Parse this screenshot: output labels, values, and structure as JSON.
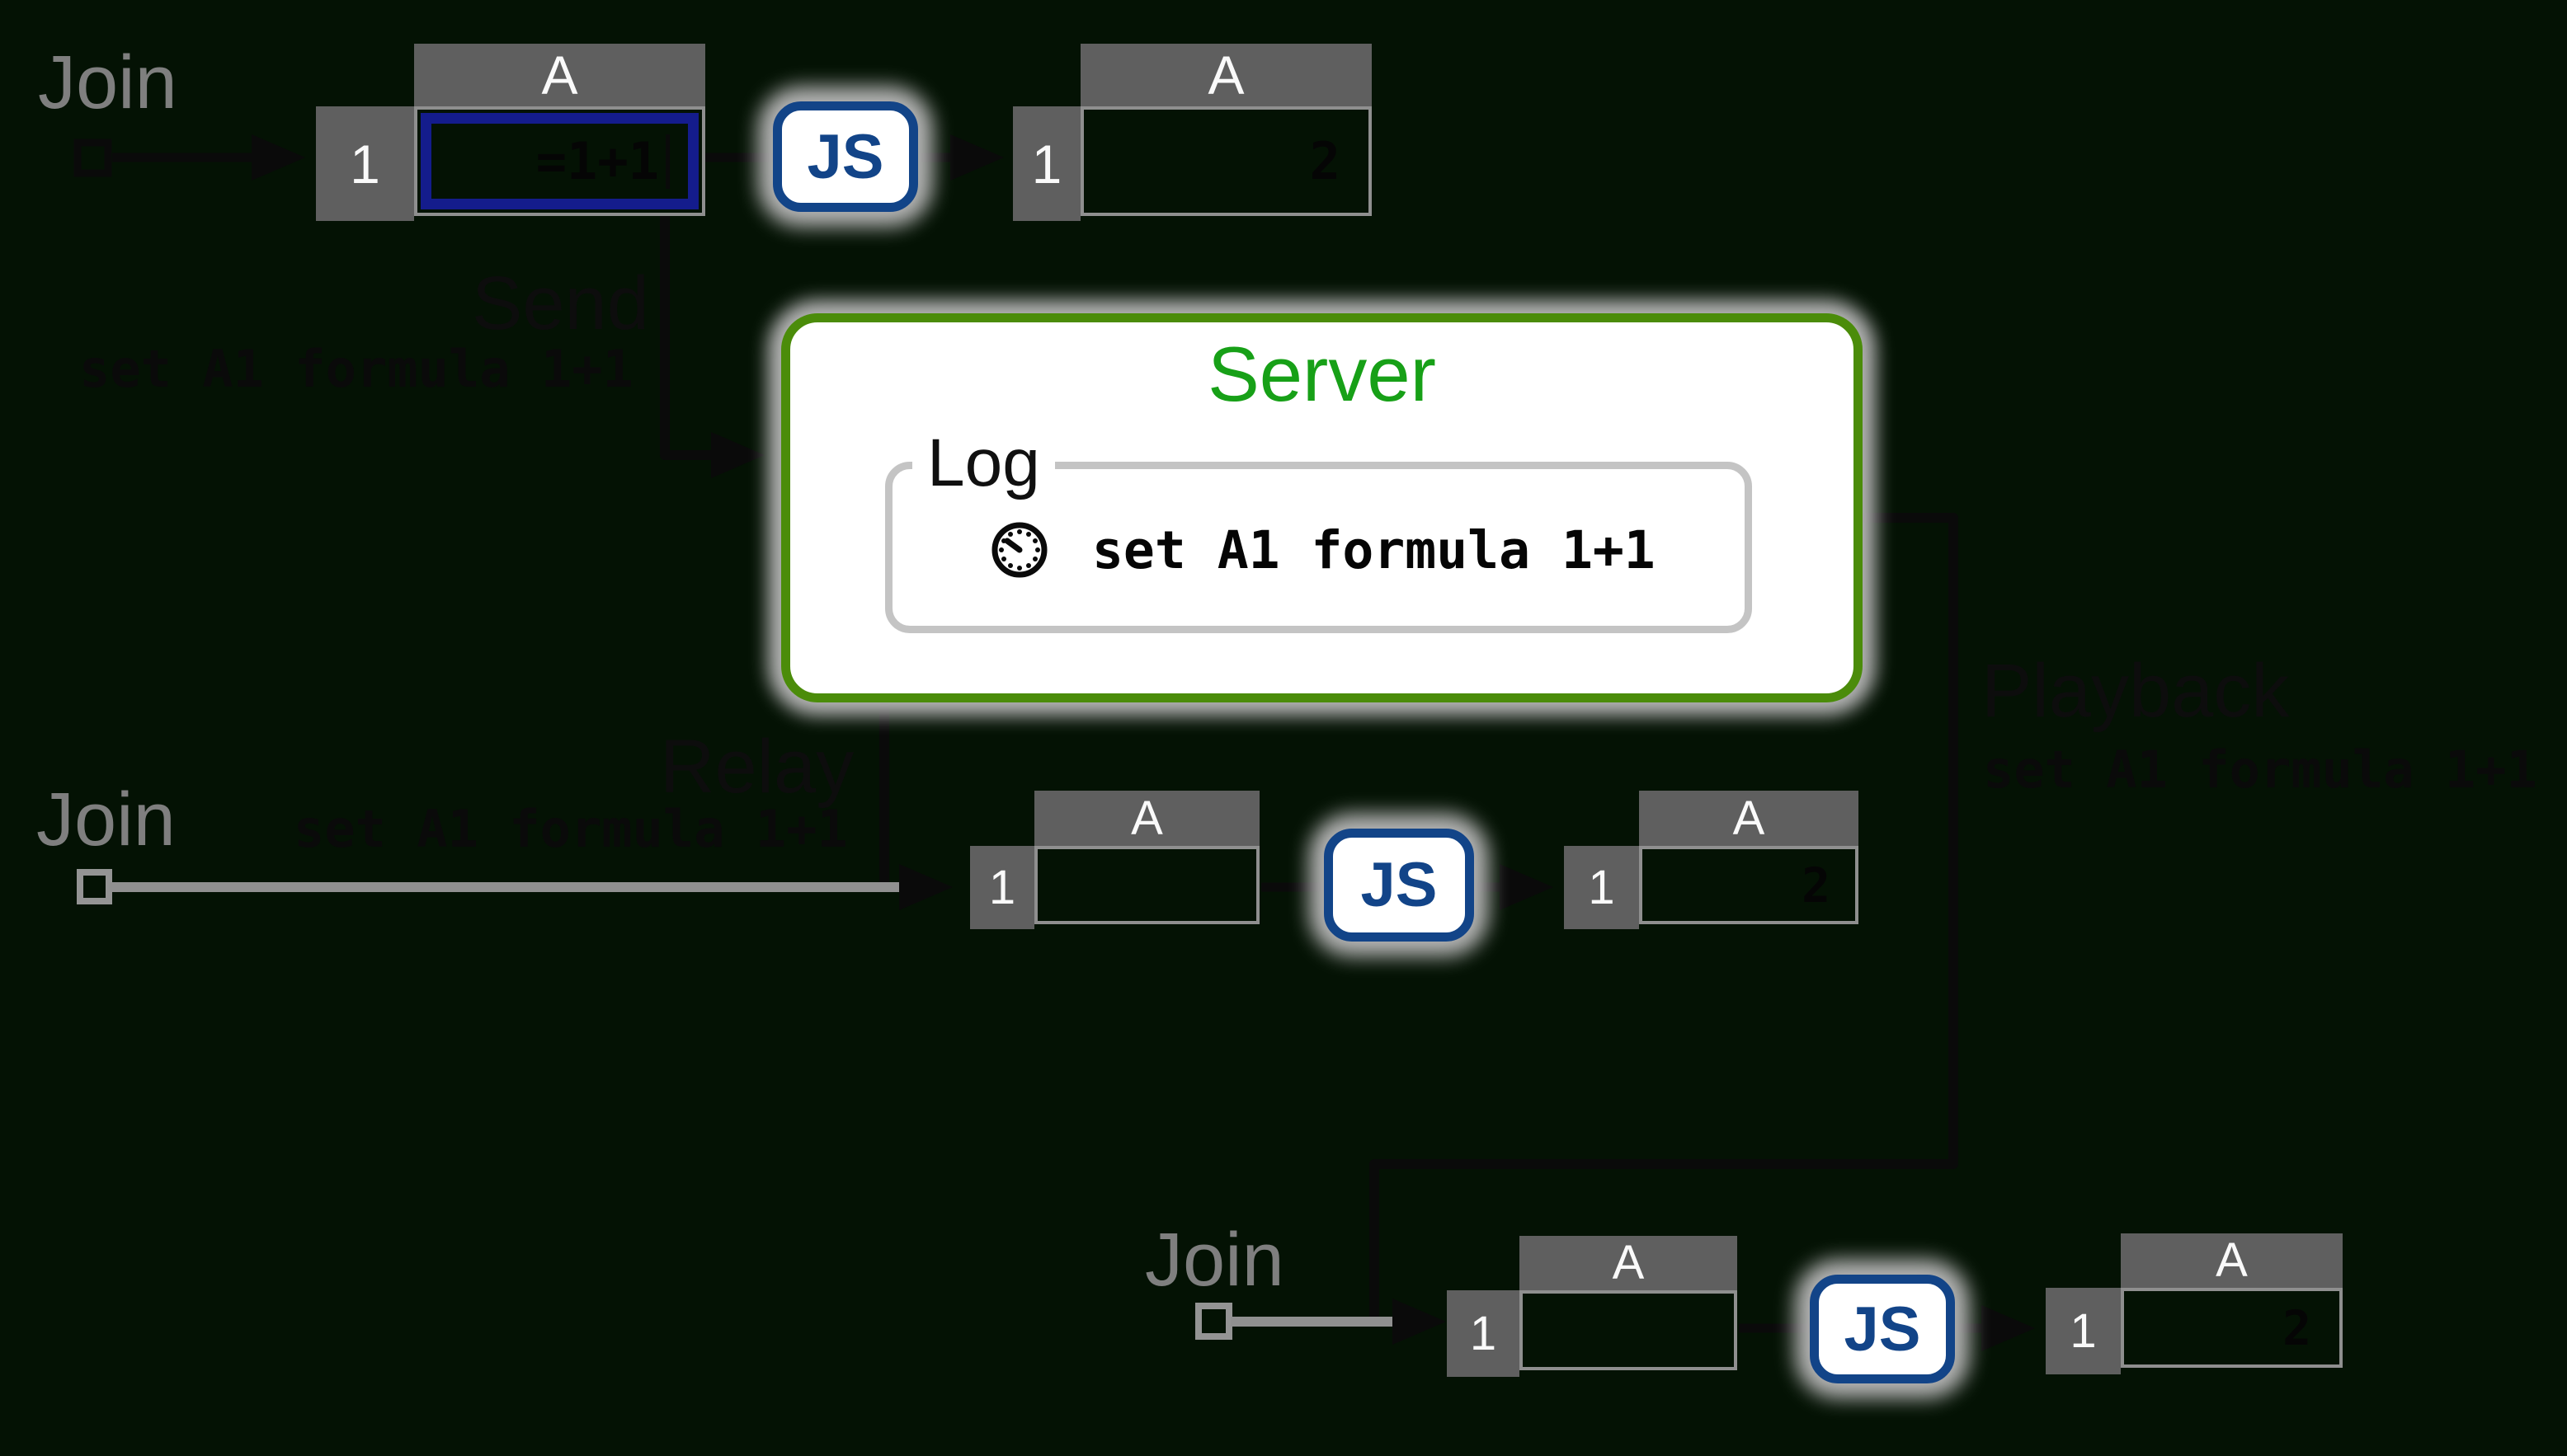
{
  "colors": {
    "background": "#041204",
    "server_border_green": "#4b8c0a",
    "server_title_green": "#17a017",
    "js_blue": "#124488",
    "selection_navy": "#141c8c",
    "header_gray": "#5f5f5f",
    "halo_gray": "#b4b4b4",
    "join_label_gray": "#7f7f7f",
    "connector_black": "#0a0a0a",
    "connector_gray": "#909090",
    "grid_border_gray": "#8f8f8f"
  },
  "clients": {
    "top": {
      "join_label": "Join"
    },
    "middle": {
      "join_label": "Join"
    },
    "bottom": {
      "join_label": "Join"
    }
  },
  "messages": {
    "send": {
      "title": "Send",
      "command": "set A1 formula 1+1"
    },
    "relay": {
      "title": "Relay",
      "command": "set A1 formula 1+1"
    },
    "playback": {
      "title": "Playback",
      "command": "set A1 formula 1+1"
    }
  },
  "server": {
    "title": "Server",
    "log": {
      "label": "Log",
      "entries": [
        {
          "icon": "clock-icon",
          "command": "set A1 formula 1+1"
        }
      ]
    }
  },
  "js_nodes": [
    {
      "label": "JS"
    },
    {
      "label": "JS"
    },
    {
      "label": "JS"
    }
  ],
  "sheets": [
    {
      "col_header": "A",
      "row_header": "1",
      "cell_value": "=1+1",
      "state": "editing-selected"
    },
    {
      "col_header": "A",
      "row_header": "1",
      "cell_value": "2",
      "state": "computed"
    },
    {
      "col_header": "A",
      "row_header": "1",
      "cell_value": "",
      "state": "empty"
    },
    {
      "col_header": "A",
      "row_header": "1",
      "cell_value": "2",
      "state": "computed"
    },
    {
      "col_header": "A",
      "row_header": "1",
      "cell_value": "",
      "state": "empty"
    },
    {
      "col_header": "A",
      "row_header": "1",
      "cell_value": "2",
      "state": "computed"
    }
  ]
}
